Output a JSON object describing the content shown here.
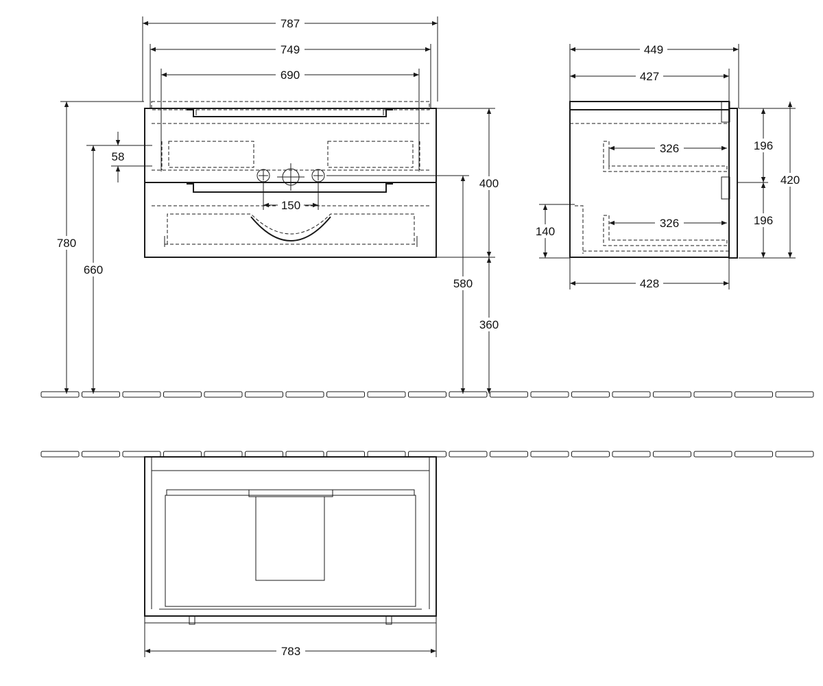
{
  "dimensions": {
    "front_outer_width": "787",
    "front_body_width": "749",
    "front_inner_width": "690",
    "overall_height": "780",
    "top_height": "660",
    "hole_offset": "58",
    "tap_spacing": "150",
    "cabinet_height": "400",
    "basin_height": "580",
    "cabinet_floor_gap": "360",
    "side_depth_outer": "449",
    "side_depth_body": "427",
    "side_drawer_depth_upper": "326",
    "side_drawer_depth_lower": "326",
    "side_drawer_height_upper": "196",
    "side_drawer_height_lower": "196",
    "side_height": "420",
    "side_siphon_height": "140",
    "side_bottom_depth": "428",
    "plan_width": "783"
  }
}
